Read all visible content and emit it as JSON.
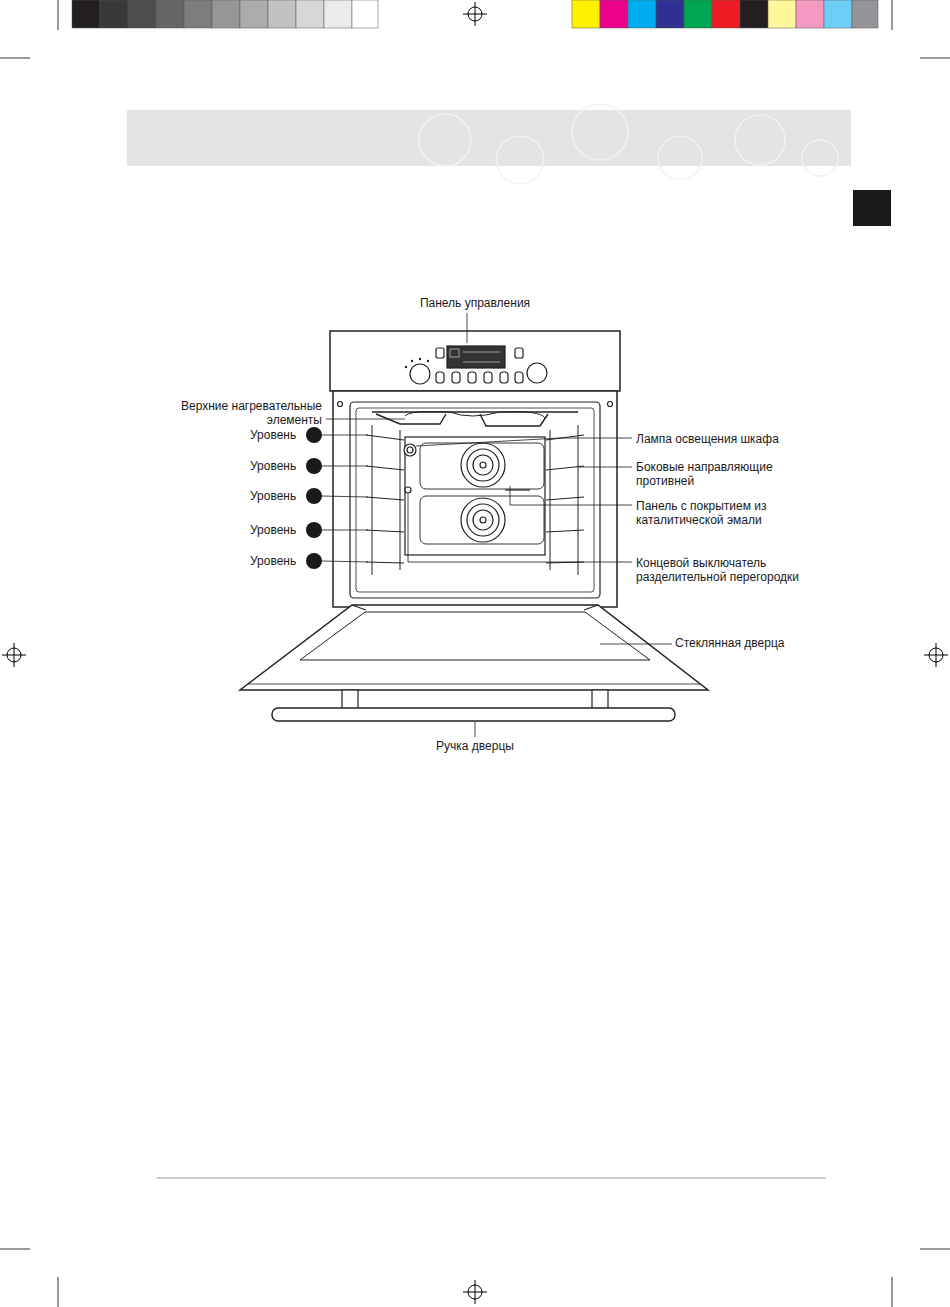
{
  "diagram": {
    "labels": [
      "Панель управления",
      "Верхние нагревательные элементы",
      "Уровень",
      "Уровень",
      "Уровень",
      "Уровень",
      "Уровень",
      "Лампа освещения шкафа",
      "Боковые направляющие противней",
      "Панель с покрытием из каталитической эмали",
      "Концевой выключатель разделительной перегородки",
      "Стеклянная дверца",
      "Ручка дверцы"
    ]
  }
}
